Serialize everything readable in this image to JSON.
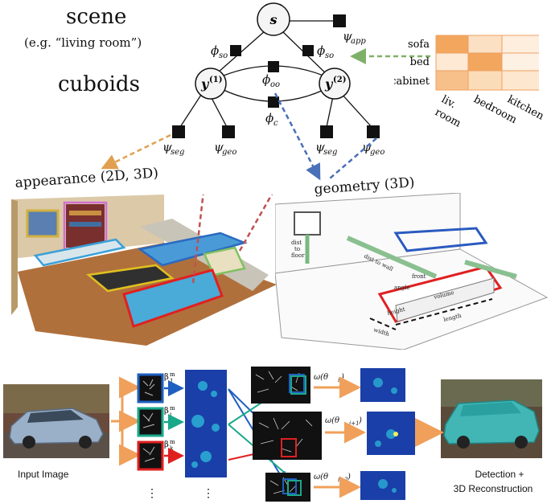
{
  "top": {
    "scene_label": "scene",
    "scene_example": "(e.g. “living room”)",
    "cuboids_label": "cuboids",
    "nodes": {
      "s": "s",
      "y1": "y",
      "y1_sup": "(1)",
      "y2": "y",
      "y2_sup": "(2)"
    },
    "factors": {
      "psi_app": "ψ",
      "psi_app_sub": "app",
      "phi_so_left": "ϕ",
      "phi_so_left_sub": "so",
      "phi_so_right": "ϕ",
      "phi_so_right_sub": "so",
      "phi_oo": "ϕ",
      "phi_oo_sub": "oo",
      "phi_c": "ϕ",
      "phi_c_sub": "c",
      "psi_seg_1": "ψ",
      "psi_seg_1_sub": "seg",
      "psi_geo_1": "ψ",
      "psi_geo_1_sub": "geo",
      "psi_seg_2": "ψ",
      "psi_seg_2_sub": "seg",
      "psi_geo_2": "ψ",
      "psi_geo_2_sub": "geo"
    },
    "matrix": {
      "rows": [
        "sofa",
        "bed",
        "cabinet"
      ],
      "cols": [
        "liv. room",
        "bedroom",
        "kitchen"
      ],
      "col_lines": [
        [
          "liv.",
          "room"
        ],
        [
          "bedroom"
        ],
        [
          "kitchen"
        ]
      ],
      "cells": [
        [
          "#f2a65e",
          "#fbe0c3",
          "#fdeede"
        ],
        [
          "#fde9d4",
          "#f2a65e",
          "#fdf1e3"
        ],
        [
          "#f7c08a",
          "#fbdcb8",
          "#fde7cf"
        ]
      ]
    },
    "appearance_label": "appearance (2D, 3D)",
    "geometry_label": "geometry (3D)",
    "geometry_annotations": {
      "dist_floor": [
        "dist",
        "to",
        "floor"
      ],
      "dist_wall": "dist to wall",
      "angle": "angle",
      "volume": "volume",
      "height": "height",
      "width": "width",
      "length": "length",
      "front": "front"
    }
  },
  "bottom": {
    "input_label": "Input Image",
    "output_label": [
      "Detection +",
      "3D Reconstruction"
    ],
    "filters": [
      {
        "sym": "β",
        "sup": "m",
        "sub": "1"
      },
      {
        "sym": "β",
        "sup": "m",
        "sub": "j"
      },
      {
        "sym": "β",
        "sup": "m",
        "sub": "k"
      }
    ],
    "omegas": [
      {
        "sym": "ω(θ",
        "sub": "i",
        "end": ")"
      },
      {
        "sym": "ω(θ",
        "sub": "i+1",
        "end": ")"
      },
      {
        "sym": "ω(θ",
        "sub": "i+2",
        "end": ")"
      }
    ],
    "ellipsis": "⋮",
    "colors": {
      "arrow_orange": "#f0a05a",
      "blue": "#1f5fbf",
      "green": "#1aa88a",
      "red": "#e02020",
      "heat_bg": "#1a3fa8"
    }
  }
}
